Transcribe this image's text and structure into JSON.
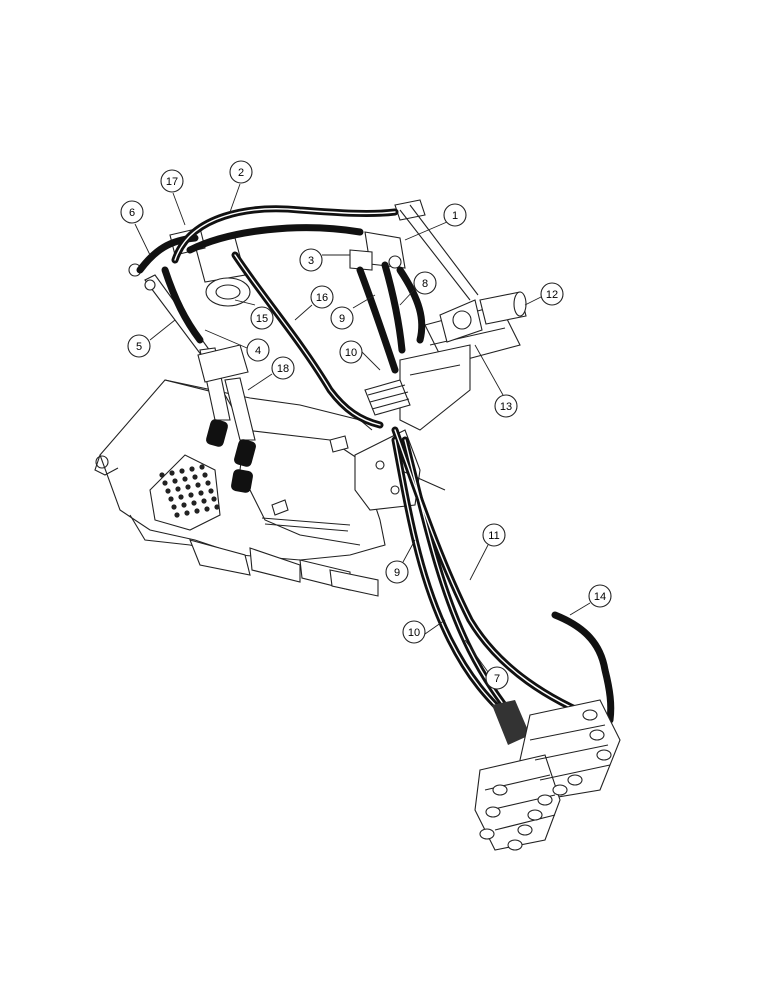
{
  "callouts": [
    {
      "label": "1"
    },
    {
      "label": "2"
    },
    {
      "label": "3"
    },
    {
      "label": "4"
    },
    {
      "label": "5"
    },
    {
      "label": "6"
    },
    {
      "label": "7"
    },
    {
      "label": "8"
    },
    {
      "label": "9"
    },
    {
      "label": "9"
    },
    {
      "label": "10"
    },
    {
      "label": "10"
    },
    {
      "label": "11"
    },
    {
      "label": "12"
    },
    {
      "label": "13"
    },
    {
      "label": "14"
    },
    {
      "label": "15"
    },
    {
      "label": "16"
    },
    {
      "label": "17"
    },
    {
      "label": "18"
    }
  ]
}
